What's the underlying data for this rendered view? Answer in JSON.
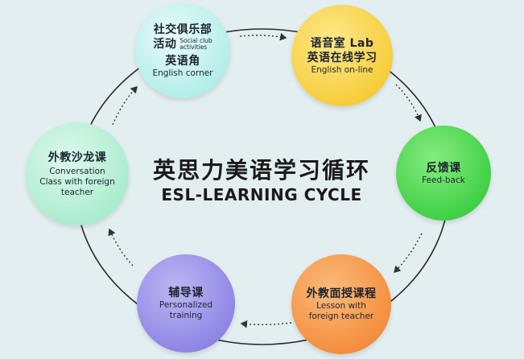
{
  "title": {
    "zh": "英思力美语学习循环",
    "en": "ESL-LEARNING CYCLE"
  },
  "nodes": {
    "social": {
      "zh_line1": "社交俱乐部",
      "zh_line2": "活动",
      "en_small_1": "Social club",
      "en_small_2": "activities",
      "zh_line3": "英语角",
      "en_line": "English corner",
      "color": "#c9f2ef"
    },
    "lab": {
      "zh_line1": "语音室  Lab",
      "zh_line2": "英语在线学习",
      "en_line": "English on-line",
      "color": "#f7d53a"
    },
    "feedback": {
      "zh_line1": "反馈课",
      "en_line": "Feed-back",
      "color": "#4fd64f"
    },
    "lesson": {
      "zh_line1": "外教面授课程",
      "en_line1": "Lesson with",
      "en_line2": "foreign teacher",
      "color": "#f79a4a"
    },
    "tutoring": {
      "zh_line1": "辅导课",
      "en_line1": "Personalized",
      "en_line2": "training",
      "color": "#9e95ea"
    },
    "conversation": {
      "zh_line1": "外教沙龙课",
      "en_line1": "Conversation",
      "en_line2": "Class with foreign",
      "en_line3": "teacher",
      "color": "#b8f0d8"
    }
  }
}
